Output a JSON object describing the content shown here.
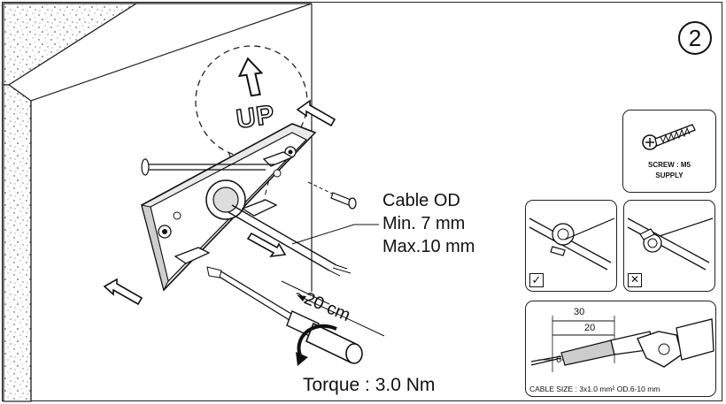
{
  "step_number": "2",
  "up_label": "UP",
  "cable_od": {
    "title": "Cable OD",
    "min": "Min. 7 mm",
    "max": "Max.10 mm"
  },
  "strip_distance": "~20 cm",
  "torque": "Torque : 3.0 Nm",
  "screw_panel": {
    "line1": "SCREW : M5",
    "line2": "SUPPLY"
  },
  "correct_mark": "✓",
  "wrong_mark": "☒",
  "cable_panel": {
    "dim_30": "30",
    "dim_20": "20",
    "dim_6": "6",
    "caption": "CABLE SIZE : 3x1.0 mm² OD.6-10 mm"
  },
  "icons": [
    "up-arrow-icon",
    "screw-icon",
    "screwdriver-icon",
    "check-icon",
    "cross-icon"
  ]
}
